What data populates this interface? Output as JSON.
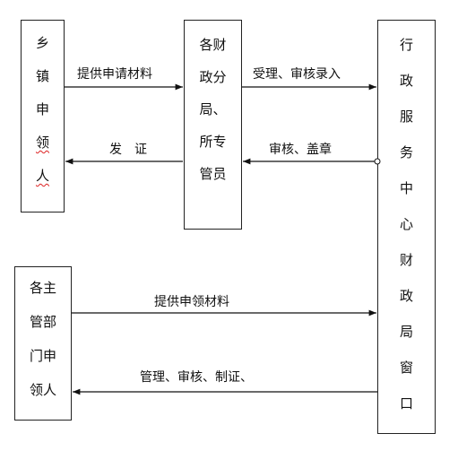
{
  "boxes": {
    "applicant_town": [
      "乡",
      "镇",
      "申",
      "领",
      "人"
    ],
    "finance_bureau": [
      "各财",
      "政分",
      "局、",
      "所专",
      "管员"
    ],
    "service_center": [
      "行",
      "政",
      "服",
      "务",
      "中",
      "心",
      "财",
      "政",
      "局",
      "窗",
      "口"
    ],
    "applicant_dept": [
      "各主",
      "管部",
      "门申",
      "领人"
    ]
  },
  "arrows": {
    "submit_application": "提供申请材料",
    "accept_review_input": "受理、审核录入",
    "issue_certificate": "发　证",
    "review_stamp": "审核、盖章",
    "submit_claim_materials": "提供申领材料",
    "manage_review_issue": "管理、审核、制证、"
  }
}
